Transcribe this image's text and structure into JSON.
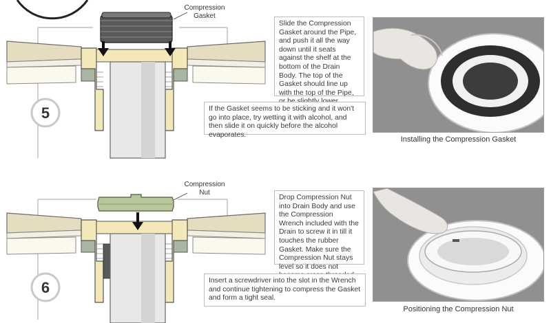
{
  "step5": {
    "number": "5",
    "callout": "Compression\nGasket",
    "instruction": "Slide the Compression Gasket around the Pipe, and push it all the way down until it seats against the shelf at the bottom of the Drain Body. The top of the Gasket should line up with the top of the Pipe, or be slightly lower.",
    "tip": "If the Gasket seems to be sticking and it won't go into place, try wetting it with alcohol, and then slide it on quickly before the alcohol evaporates.",
    "caption": "Installing the Compression Gasket"
  },
  "step6": {
    "number": "6",
    "callout": "Compression\nNut",
    "instruction": "Drop Compression Nut into Drain Body and use the Compression Wrench included with the Drain to screw it in till it touches the rubber Gasket. Make sure the Compression Nut stays level so it does not become cross-threaded.",
    "tip": "Insert a screwdriver into the slot in the Wrench and continue tightening to compress the Gasket and form a tight seal.",
    "caption": "Positioning the Compression Nut"
  },
  "colors": {
    "floor_tan": "#e6dcc0",
    "drain_yellow": "#f2e8b8",
    "pipe_gray": "#e8e8e8",
    "gasket_dark": "#5a5a5a",
    "nut_green": "#b7c79a",
    "photo_gray": "#8a8a8a"
  }
}
